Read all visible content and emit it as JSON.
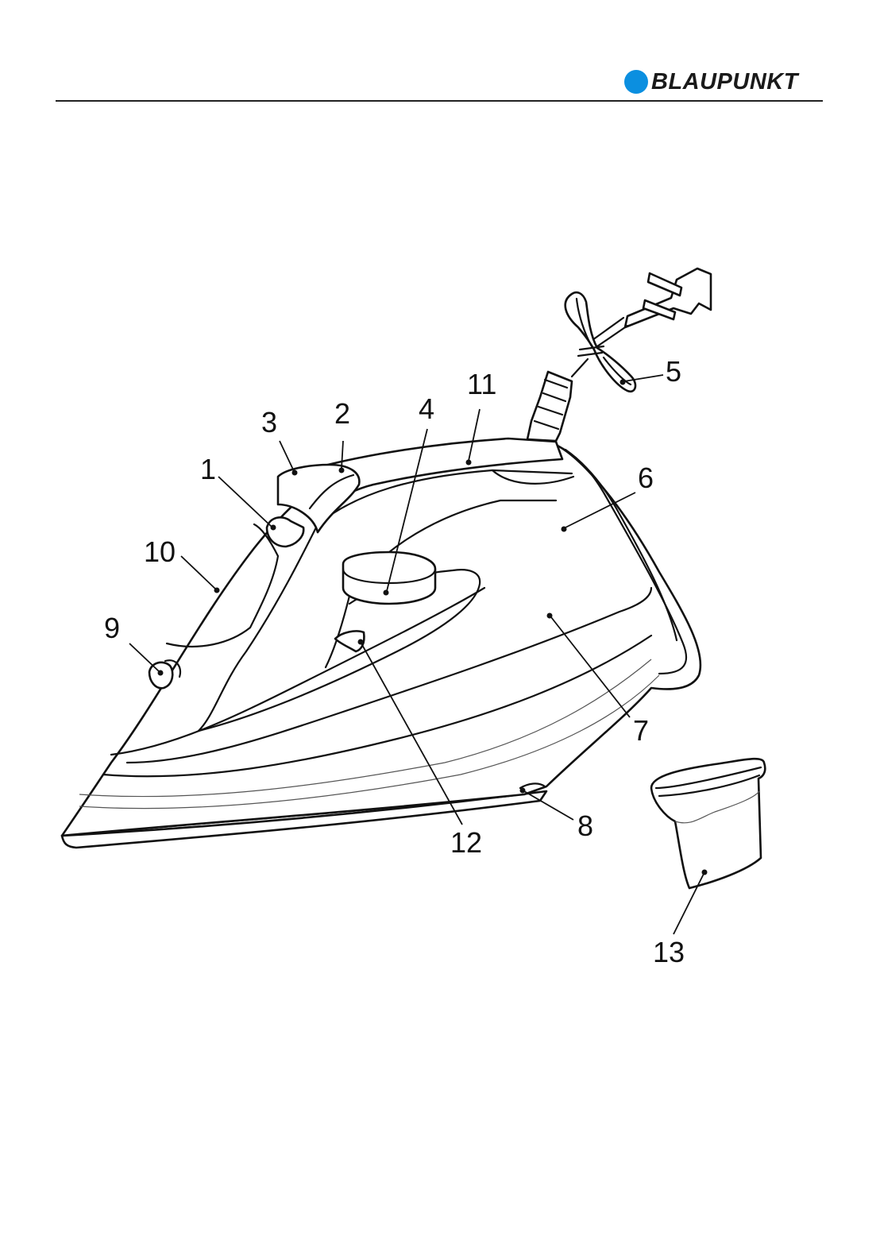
{
  "brand": {
    "name": "BLAUPUNKT",
    "accent_color": "#0b8fe0"
  },
  "diagram": {
    "callouts": [
      {
        "id": "1",
        "label": "1"
      },
      {
        "id": "2",
        "label": "2"
      },
      {
        "id": "3",
        "label": "3"
      },
      {
        "id": "4",
        "label": "4"
      },
      {
        "id": "5",
        "label": "5"
      },
      {
        "id": "6",
        "label": "6"
      },
      {
        "id": "7",
        "label": "7"
      },
      {
        "id": "8",
        "label": "8"
      },
      {
        "id": "9",
        "label": "9"
      },
      {
        "id": "10",
        "label": "10"
      },
      {
        "id": "11",
        "label": "11"
      },
      {
        "id": "12",
        "label": "12"
      },
      {
        "id": "13",
        "label": "13"
      }
    ]
  }
}
